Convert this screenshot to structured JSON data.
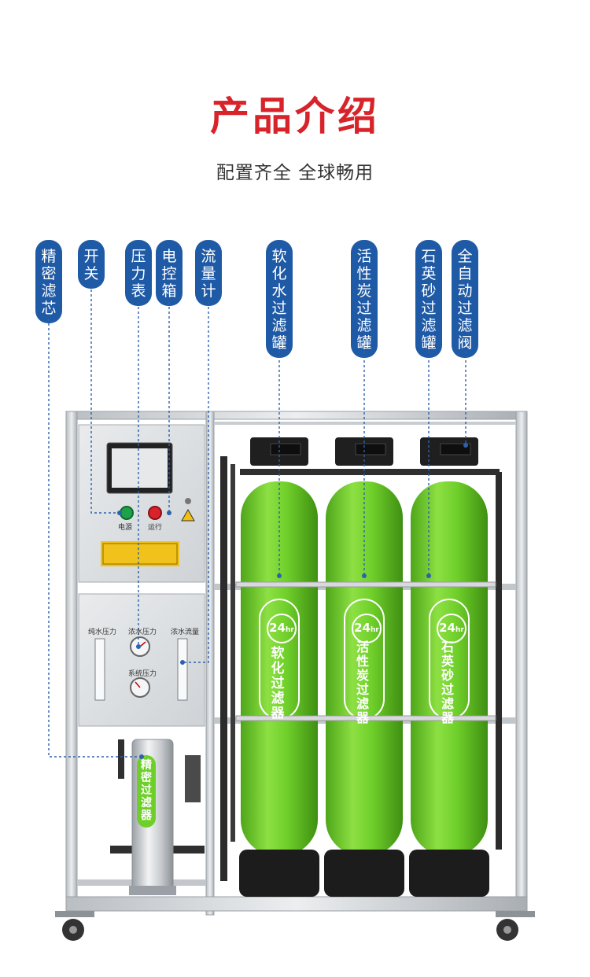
{
  "header": {
    "title": "产品介绍",
    "subtitle": "配置齐全 全球畅用"
  },
  "callouts": [
    {
      "id": "precision-filter-core",
      "text": "精密滤芯"
    },
    {
      "id": "switch",
      "text": "开关"
    },
    {
      "id": "pressure-gauge",
      "text": "压力表"
    },
    {
      "id": "electric-control-box",
      "text": "电控箱"
    },
    {
      "id": "flow-meter",
      "text": "流量计"
    },
    {
      "id": "softening-tank",
      "text": "软化水过滤罐"
    },
    {
      "id": "activated-carbon-tank",
      "text": "活性炭过滤罐"
    },
    {
      "id": "quartz-sand-tank",
      "text": "石英砂过滤罐"
    },
    {
      "id": "auto-valve",
      "text": "全自动过滤阀"
    }
  ],
  "machine": {
    "panel": {
      "power_label": "电源",
      "run_label": "运行",
      "pure_pressure": "纯水压力",
      "concentrate_pressure": "浓水压力",
      "concentrate_flow": "浓水流量",
      "system_pressure": "系统压力"
    },
    "tanks": [
      {
        "badge": "24",
        "unit": "hr",
        "label": "软化过滤器"
      },
      {
        "badge": "24",
        "unit": "hr",
        "label": "活性炭过滤器"
      },
      {
        "badge": "24",
        "unit": "hr",
        "label": "石英砂过滤器"
      }
    ],
    "precision_filter_label": "精密过滤器",
    "colors": {
      "tank_green": "#6fcf2a",
      "accent_red": "#d8232a",
      "callout_blue": "#1f5aa6"
    }
  }
}
